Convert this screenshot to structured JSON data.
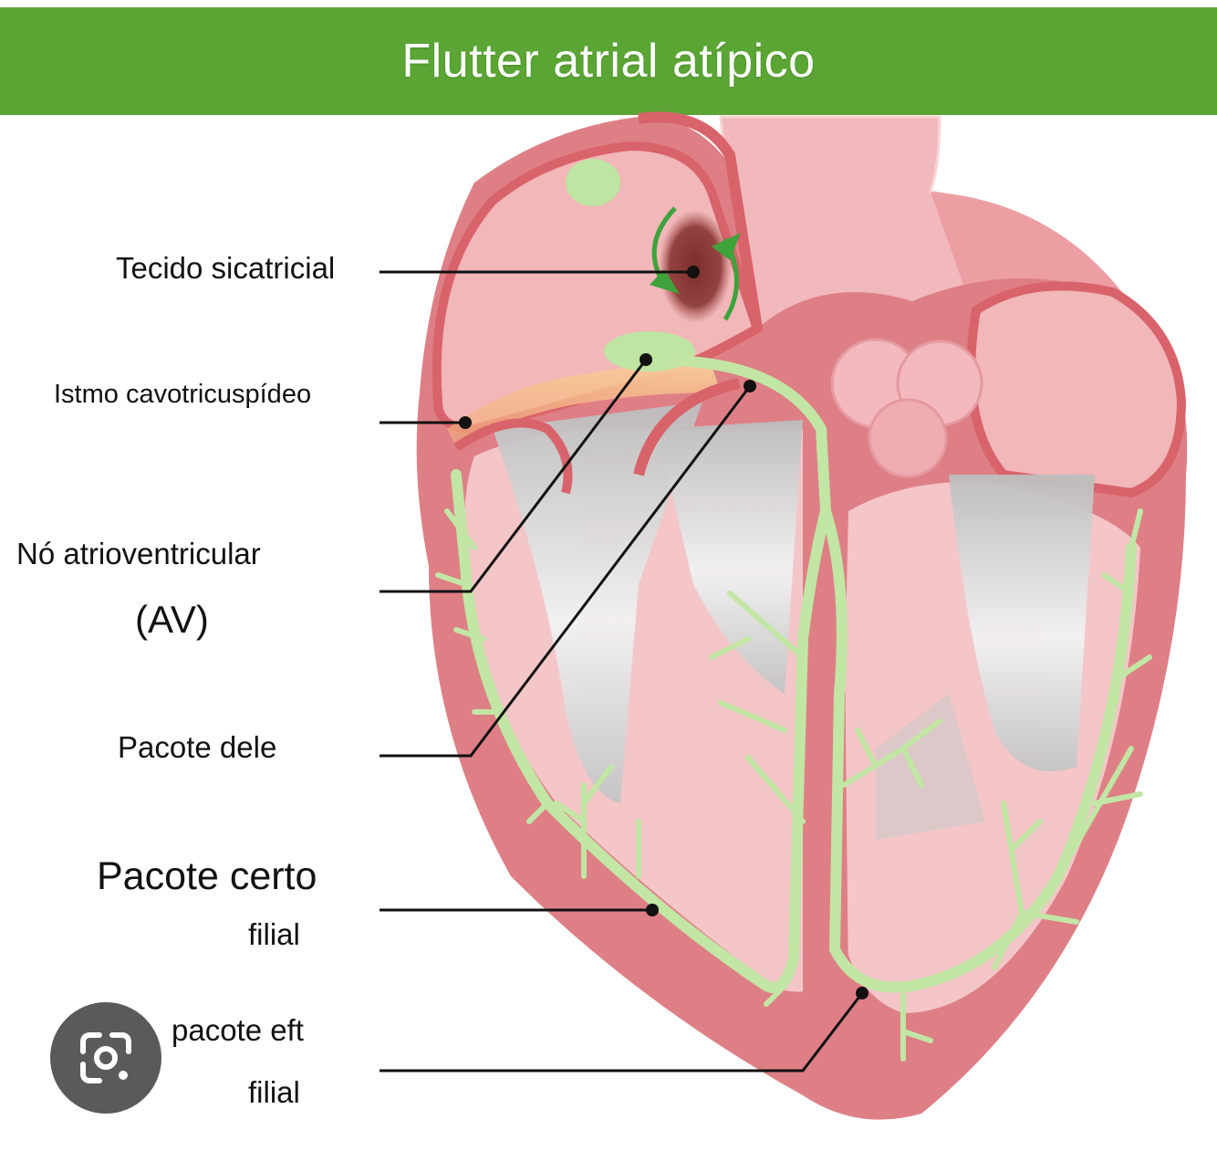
{
  "title": "Flutter atrial atípico",
  "labels": {
    "scar_tissue": "Tecido sicatricial",
    "cti": "Istmo cavotricuspídeo",
    "av_node_line1": "Nó atrioventricular",
    "av_node_line2": "(AV)",
    "his_bundle": "Pacote dele",
    "right_bundle_line1": "Pacote certo",
    "right_bundle_line2": "filial",
    "left_bundle_line1": "pacote eft",
    "left_bundle_line2": "filial"
  },
  "icons": {
    "lens": "google-lens-icon"
  },
  "colors": {
    "header": "#5aa534",
    "heart_wall": "#de7f86",
    "heart_chamber": "#f3c4c6",
    "conduction": "#c2e6a4",
    "scar": "#8e3f3c",
    "isthmus": "#f6b784",
    "arrow": "#3da33a"
  }
}
